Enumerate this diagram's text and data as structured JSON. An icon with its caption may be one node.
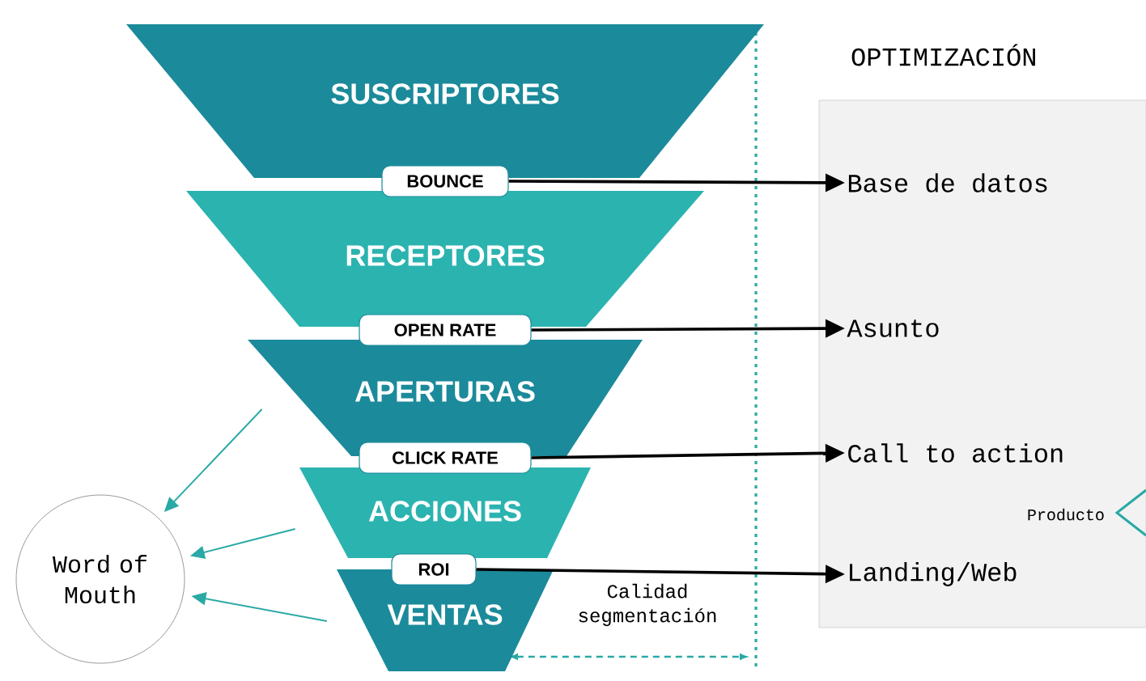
{
  "diagram": {
    "nodes": [
      {
        "text": [
          "SUSCRIPTORES"
        ]
      },
      {
        "text": [
          "BOUNCE"
        ]
      },
      {
        "text": [
          "RECEPTORES"
        ]
      },
      {
        "text": [
          "OPEN RATE"
        ]
      },
      {
        "text": [
          "APERTURAS"
        ]
      },
      {
        "text": [
          "CLICK RATE"
        ]
      },
      {
        "text": [
          "ACCIONES"
        ]
      },
      {
        "text": [
          "ROI"
        ]
      },
      {
        "text": [
          "VENTAS"
        ]
      },
      {
        "text": [
          "Word of Mouth"
        ]
      },
      {
        "text": [
          "OPTIMIZACIÓN"
        ]
      },
      {
        "text": [
          "Base de datos"
        ],
        "in": 10
      },
      {
        "text": [
          "Asunto"
        ],
        "in": 10
      },
      {
        "text": [
          "Call to action"
        ],
        "in": 10
      },
      {
        "text": [
          "Landing/Web"
        ],
        "in": 10
      }
    ],
    "edges": [
      {
        "from": 1,
        "to": 11,
        "arrow": "to"
      },
      {
        "from": 3,
        "to": 12,
        "arrow": "to"
      },
      {
        "from": 5,
        "to": 13,
        "arrow": "to"
      },
      {
        "from": 7,
        "to": 14,
        "arrow": "to"
      },
      {
        "from": 4,
        "to": 9,
        "arrow": "to",
        "color": "#2aa9a6"
      },
      {
        "from": 6,
        "to": 9,
        "arrow": "to",
        "color": "#2aa9a6"
      },
      {
        "from": 8,
        "to": 9,
        "arrow": "to",
        "color": "#2aa9a6"
      }
    ],
    "labels": [
      "Calidad segmentación",
      "Producto"
    ]
  }
}
